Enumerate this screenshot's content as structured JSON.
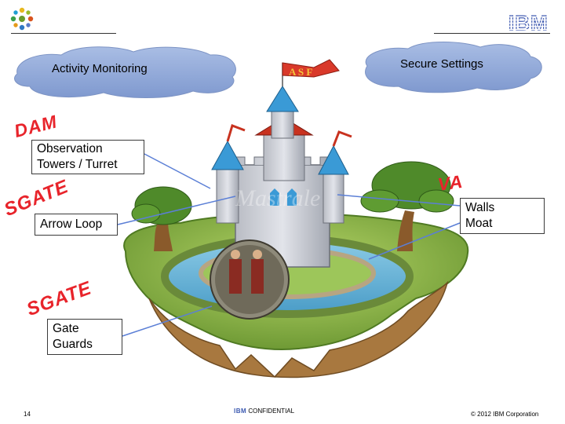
{
  "header": {
    "brand": "IBM"
  },
  "clouds": {
    "activity_monitoring": "Activity Monitoring",
    "secure_settings": "Secure Settings"
  },
  "tags": {
    "dam": "DAM",
    "sgate_top": "SGATE",
    "va": "VA",
    "sgate_bottom": "SGATE"
  },
  "callouts": {
    "observation_line1": "Observation",
    "observation_line2": "Towers / Turret",
    "arrow_loop": "Arrow Loop",
    "walls_line1": "Walls",
    "walls_line2": "Moat",
    "gate_line1": "Gate",
    "gate_line2": "Guards"
  },
  "castle": {
    "flag_letters": "A S F",
    "watermark": "Mastrale"
  },
  "footer": {
    "page_number": "14",
    "brand": "IBM",
    "confidential": "CONFIDENTIAL",
    "copyright": "© 2012 IBM Corporation"
  },
  "colors": {
    "cloud_fill": "#8fa8d8",
    "tag_red": "#e8242b",
    "ibm_blue": "#4a63b5",
    "roof_red": "#c8321f",
    "turret_blue": "#3a9ad6"
  }
}
